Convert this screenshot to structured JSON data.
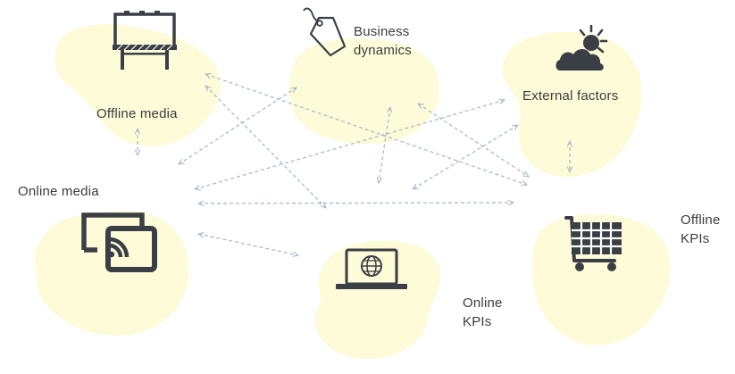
{
  "nodes": {
    "offline_media": {
      "label": "Offline media"
    },
    "business_dynamics": {
      "line1": "Business",
      "line2": "dynamics"
    },
    "external_factors": {
      "label": "External factors"
    },
    "online_media": {
      "label": "Online media"
    },
    "offline_kpis": {
      "line1": "Offline",
      "line2": "KPIs"
    },
    "online_kpis": {
      "line1": "Online",
      "line2": "KPIs"
    }
  },
  "icons": {
    "offline_media": "billboard-icon",
    "business_dynamics": "price-tag-icon",
    "external_factors": "sun-cloud-icon",
    "online_media": "wireless-screen-icon",
    "offline_kpis": "shopping-cart-icon",
    "online_kpis": "laptop-globe-icon"
  },
  "colors": {
    "blob": "#fefbd8",
    "icon": "#3a3f46",
    "arrow": "#a9bccb",
    "text": "#3c3c3c"
  }
}
